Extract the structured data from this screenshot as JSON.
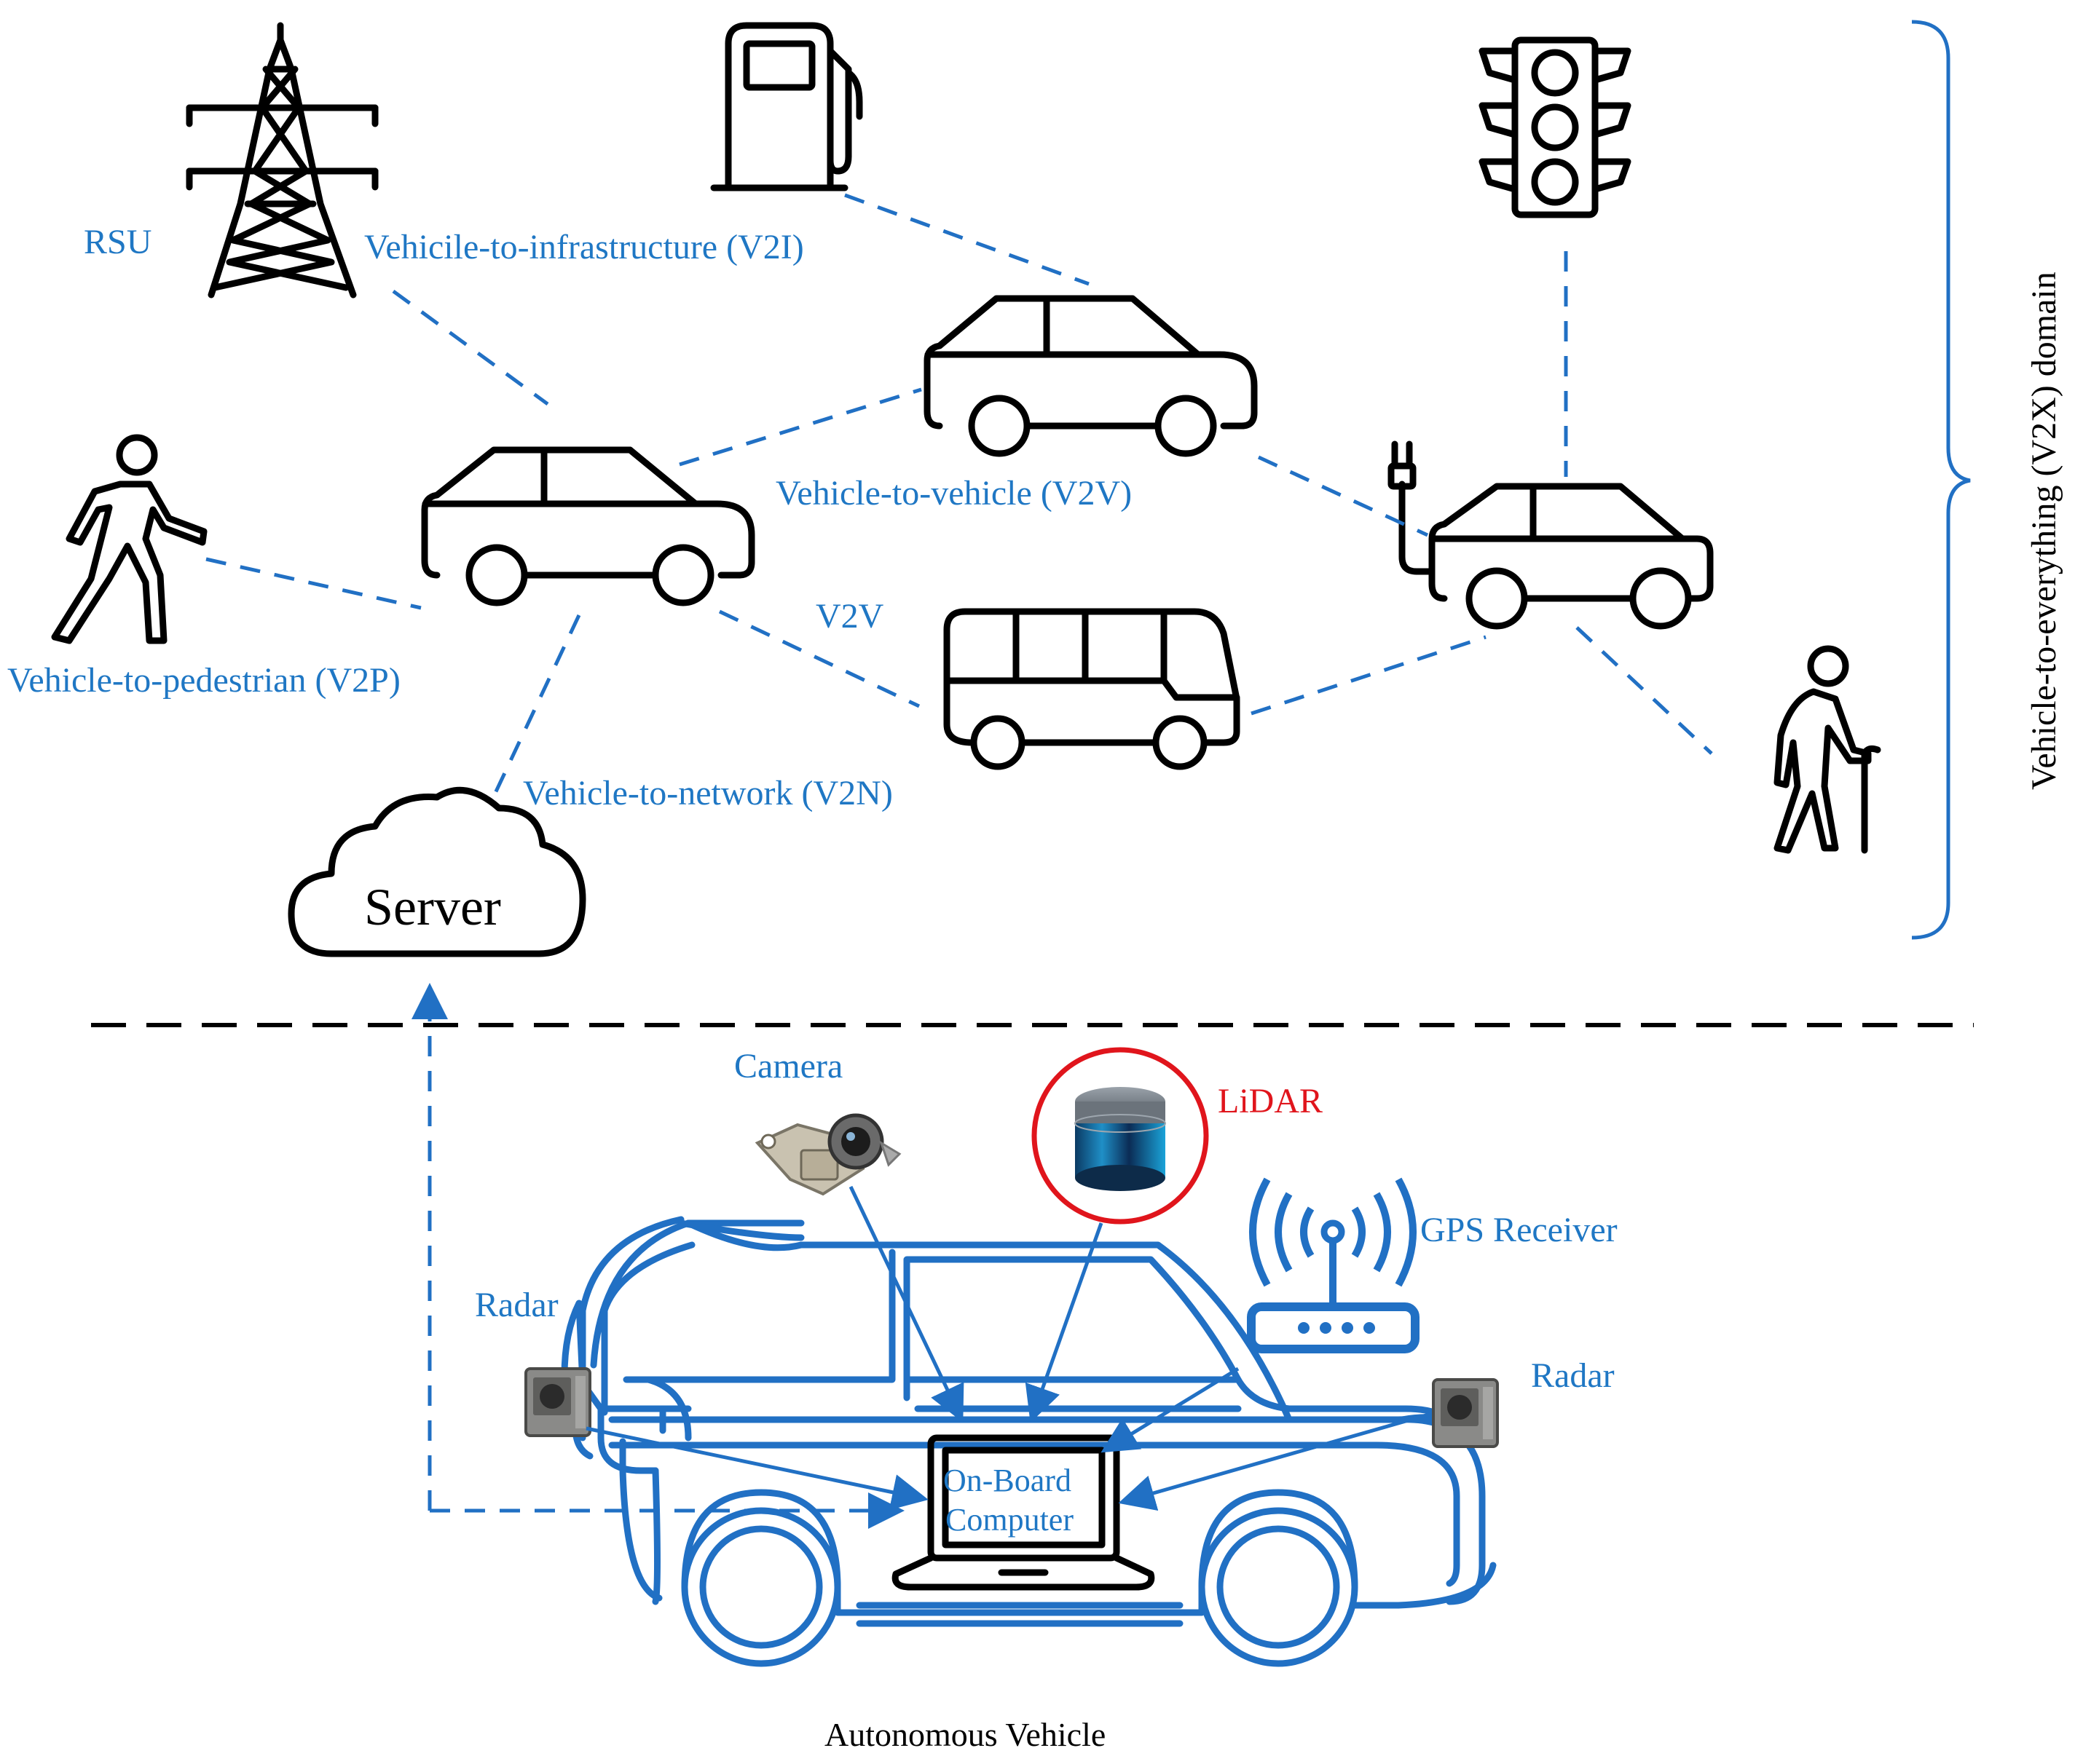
{
  "labels": {
    "rsu": "RSU",
    "v2i": "Vehicile-to-infrastructure (V2I)",
    "v2v": "Vehicle-to-vehicle (V2V)",
    "v2v_short": "V2V",
    "v2p": "Vehicle-to-pedestrian (V2P)",
    "v2n": "Vehicle-to-network (V2N)",
    "server": "Server",
    "domain": "Vehicle-to-everything (V2X) domain",
    "camera": "Camera",
    "lidar": "LiDAR",
    "gps": "GPS Receiver",
    "radar_left": "Radar",
    "radar_right": "Radar",
    "onboard_line1": "On-Board",
    "onboard_line2": "Computer",
    "autonomous_vehicle": "Autonomous Vehicle"
  },
  "colors": {
    "link_blue": "#2170c4",
    "text_blue": "#1f77c4",
    "lidar_red": "#e0151c",
    "icon_black": "#000000"
  },
  "icons": [
    "transmission-tower-icon",
    "fuel-pump-icon",
    "traffic-light-icon",
    "car-icon",
    "bus-icon",
    "electric-car-icon",
    "pedestrian-icon",
    "elderly-person-icon",
    "cloud-icon",
    "camera-icon",
    "lidar-icon",
    "wifi-router-icon",
    "radar-icon",
    "laptop-icon"
  ]
}
